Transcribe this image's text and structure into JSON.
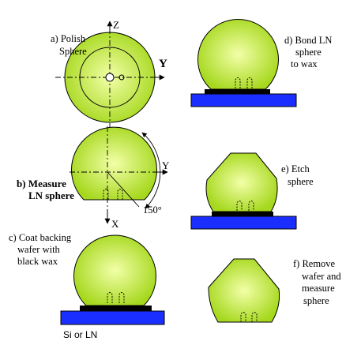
{
  "colors": {
    "sphere_fill_center": "#f2ffa8",
    "sphere_fill_edge": "#a6d81e",
    "substrate": "#1a2fff",
    "wax": "#000000",
    "stroke": "#000000"
  },
  "steps": {
    "a": {
      "line1": "a) Polish",
      "line2": "Sphere"
    },
    "b": {
      "line1": "b) Measure",
      "line2": "LN sphere"
    },
    "c": {
      "line1": "c) Coat backing",
      "line2": "wafer with",
      "line3": "black wax"
    },
    "d": {
      "line1": "d) Bond LN",
      "line2": "sphere",
      "line3": "to wax"
    },
    "e": {
      "line1": "e) Etch",
      "line2": "sphere"
    },
    "f": {
      "line1": "f) Remove",
      "line2": "wafer and",
      "line3": "measure",
      "line4": "sphere"
    }
  },
  "axes": {
    "a_z": "Z",
    "a_y": "Y",
    "b_y": "Y",
    "b_x": "X",
    "b_angle": "150°"
  },
  "substrate_label": "Si or LN"
}
